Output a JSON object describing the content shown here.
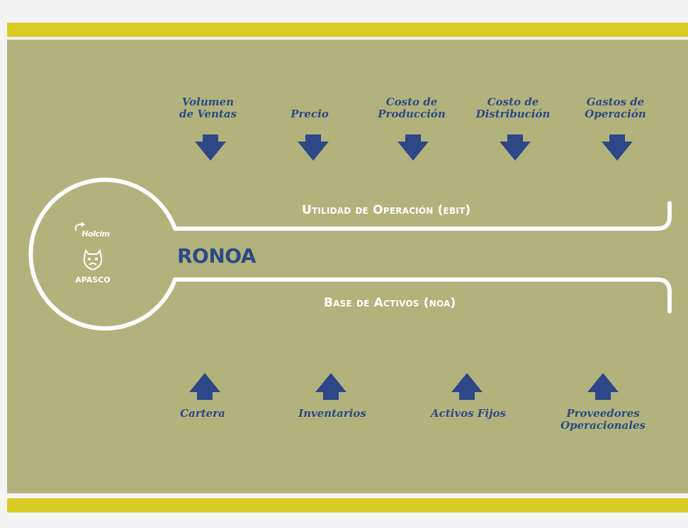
{
  "diagram": {
    "title": "RONOA",
    "top_caption": "Utilidad de Operación (ebit)",
    "bottom_caption": "Base de Activos (noa)",
    "drivers_top": [
      {
        "label": "Volumen\nde Ventas"
      },
      {
        "label": "Precio"
      },
      {
        "label": "Costo de\nProducción"
      },
      {
        "label": "Costo de\nDistribución"
      },
      {
        "label": "Gastos de\nOperación"
      }
    ],
    "drivers_bottom": [
      {
        "label": "Cartera"
      },
      {
        "label": "Inventarios"
      },
      {
        "label": "Activos Fijos"
      },
      {
        "label": "Proveedores\nOperacionales"
      }
    ],
    "logo": {
      "brand_top": "Holcim",
      "brand_bottom": "APASCO"
    }
  },
  "colors": {
    "background": "#b2b37c",
    "accent_bar": "#d9cc24",
    "arrow": "#2e4787",
    "text_blue": "#2c4a85",
    "outline": "#ffffff"
  }
}
